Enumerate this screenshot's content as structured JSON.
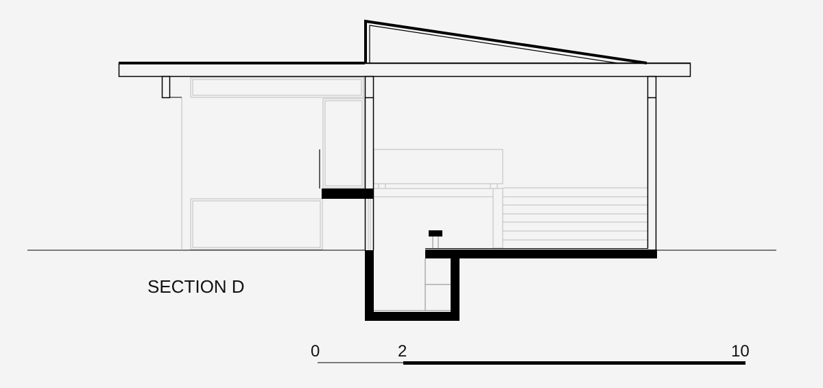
{
  "drawing": {
    "title": "SECTION D",
    "line_color": "#000000",
    "detail_color": "#bdbdbd",
    "background": "#f4f4f4"
  },
  "scale_bar": {
    "labels": [
      "0",
      "2",
      "10"
    ]
  }
}
